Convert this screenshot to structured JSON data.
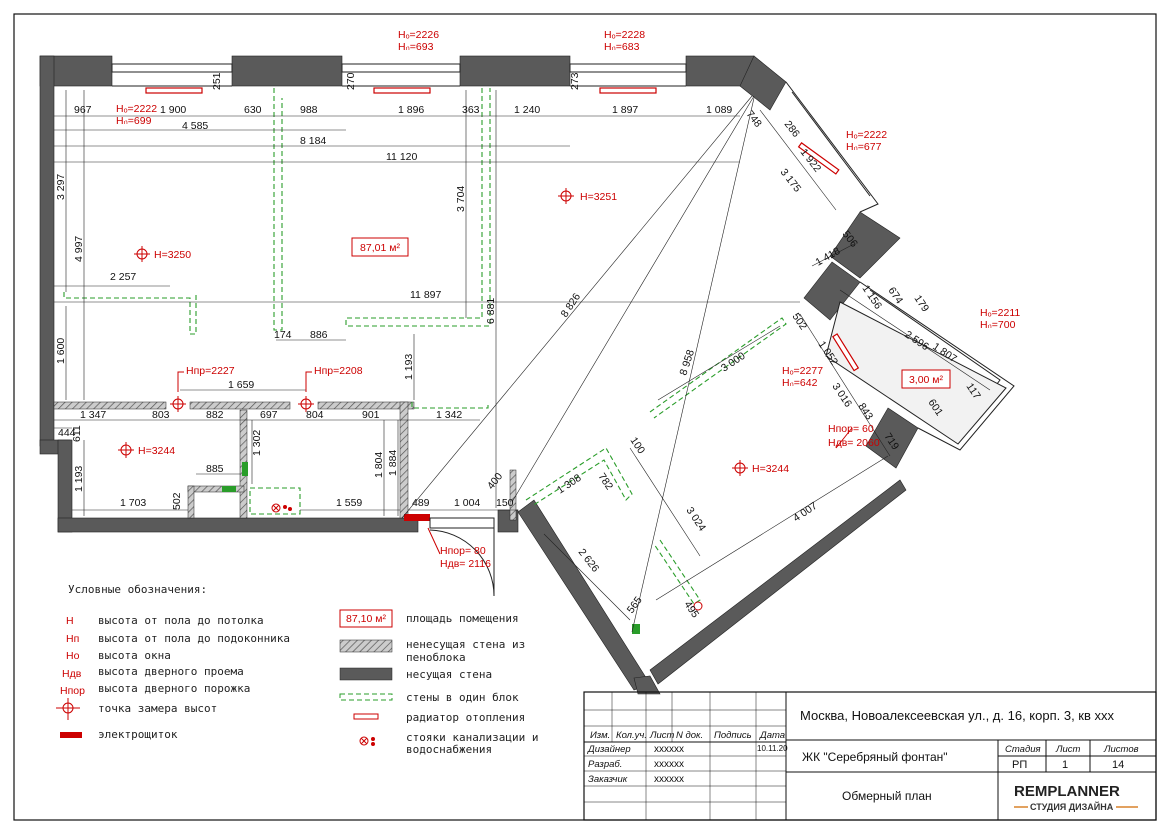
{
  "area_labels": {
    "main": "87,01 м²",
    "loggia": "3,00 м²"
  },
  "heights": {
    "h1": "H=3250",
    "h2": "H=3251",
    "h3": "H=3244",
    "h4": "H=3244"
  },
  "windows": [
    {
      "ho": "Hₒ=2226",
      "hn": "Hₙ=693"
    },
    {
      "ho": "Hₒ=2228",
      "hn": "Hₙ=683"
    },
    {
      "ho": "Hₒ=2222",
      "hn": "Hₙ=699"
    },
    {
      "ho": "Hₒ=2222",
      "hn": "Hₙ=677"
    },
    {
      "ho": "Hₒ=2211",
      "hn": "Hₙ=700"
    },
    {
      "ho": "Hₒ=2277",
      "hn": "Hₙ=642"
    }
  ],
  "door_marks": {
    "hpr1": "Hпр=2227",
    "hpr2": "Hпр=2208",
    "hpor_entry": "Hпор= 80",
    "hdv_entry": "Hдв= 2116",
    "hpor_balc": "Hпор= 60",
    "hdv_balc": "Hдв= 2060"
  },
  "dims": {
    "d967": "967",
    "d1900": "1 900",
    "d630": "630",
    "d988": "988",
    "d1896": "1 896",
    "d363": "363",
    "d1240": "1 240",
    "d1897": "1 897",
    "d1089": "1 089",
    "d4585": "4 585",
    "d8184": "8 184",
    "d11120": "11 120",
    "d3297": "3 297",
    "d4997": "4 997",
    "d3704": "3 704",
    "d2257": "2 257",
    "d11897": "11 897",
    "d6881": "6 881",
    "d174": "174",
    "d886": "886",
    "d1600": "1 600",
    "d1193a": "1 193",
    "d1659": "1 659",
    "d1347": "1 347",
    "d803": "803",
    "d882": "882",
    "d697": "697",
    "d804": "804",
    "d901": "901",
    "d1342": "1 342",
    "d444": "444",
    "d611": "611",
    "d1302": "1 302",
    "d1804": "1 804",
    "d1884": "1 884",
    "d885": "885",
    "d1193b": "1 193",
    "d1703": "1 703",
    "d502a": "502",
    "d1559": "1 559",
    "d489": "489",
    "d1004": "1 004",
    "d150": "150",
    "d400": "400",
    "d251": "251",
    "d270": "270",
    "d273": "273",
    "d748": "748",
    "d286": "286",
    "d1922": "1 922",
    "d3175": "3 175",
    "d506": "506",
    "d1418": "1 418",
    "d8826": "8 826",
    "d8958": "8 958",
    "d502b": "502",
    "d3000": "3 000",
    "d1052": "1 052",
    "d3016": "3 016",
    "d843": "843",
    "d719": "719",
    "d1156": "1 156",
    "d674": "674",
    "d179": "179",
    "d2596": "2 596",
    "d1807": "1 807",
    "d601": "601",
    "d117": "117",
    "d100": "100",
    "d1308": "1 308",
    "d782": "782",
    "d3024": "3 024",
    "d4007": "4 007",
    "d2626": "2 626",
    "d565": "565",
    "d495": "495"
  },
  "legend": {
    "title": "Условные обозначения:",
    "items": [
      {
        "sym": "H",
        "text": "высота от пола до потолка"
      },
      {
        "sym": "Hп",
        "text": "высота от пола до подоконника"
      },
      {
        "sym": "Hо",
        "text": "высота окна"
      },
      {
        "sym": "Hдв",
        "text": "высота дверного проема"
      },
      {
        "sym": "Hпор",
        "text": "высота дверного порожка"
      },
      {
        "sym": "",
        "text": "точка замера высот"
      },
      {
        "sym": "",
        "text": "электрощиток"
      }
    ],
    "area_sample": "87,10 м²",
    "items2": [
      {
        "text": "площадь помещения"
      },
      {
        "text": "ненесущая стена из"
      },
      {
        "text": "пеноблока"
      },
      {
        "text": "несущая стена"
      },
      {
        "text": "стены в один блок"
      },
      {
        "text": "радиатор отопления"
      },
      {
        "text": "стояки канализации и"
      },
      {
        "text": "водоснабжения"
      }
    ]
  },
  "title_block": {
    "headers": [
      "Изм.",
      "Кол.уч.",
      "Лист",
      "N док.",
      "Подпись",
      "Дата"
    ],
    "rows": [
      {
        "role": "Дизайнер",
        "name": "xxxxxx",
        "date": "10.11.20"
      },
      {
        "role": "Разраб.",
        "name": "xxxxxx",
        "date": ""
      },
      {
        "role": "Заказчик",
        "name": "xxxxxx",
        "date": ""
      }
    ],
    "address": "Москва, Новоалексеевская ул., д. 16, корп. 3, кв xxx",
    "complex": "ЖК \"Серебряный фонтан\"",
    "stage_h": "Стадия",
    "sheet_h": "Лист",
    "sheets_h": "Листов",
    "stage": "РП",
    "sheet": "1",
    "sheets": "14",
    "plan_name": "Обмерный план",
    "logo_main": "REMPLANNER",
    "logo_sub": "СТУДИЯ ДИЗАЙНА"
  },
  "colors": {
    "wall": "#555555",
    "red": "#cc0000",
    "green": "#2a9d2a"
  }
}
